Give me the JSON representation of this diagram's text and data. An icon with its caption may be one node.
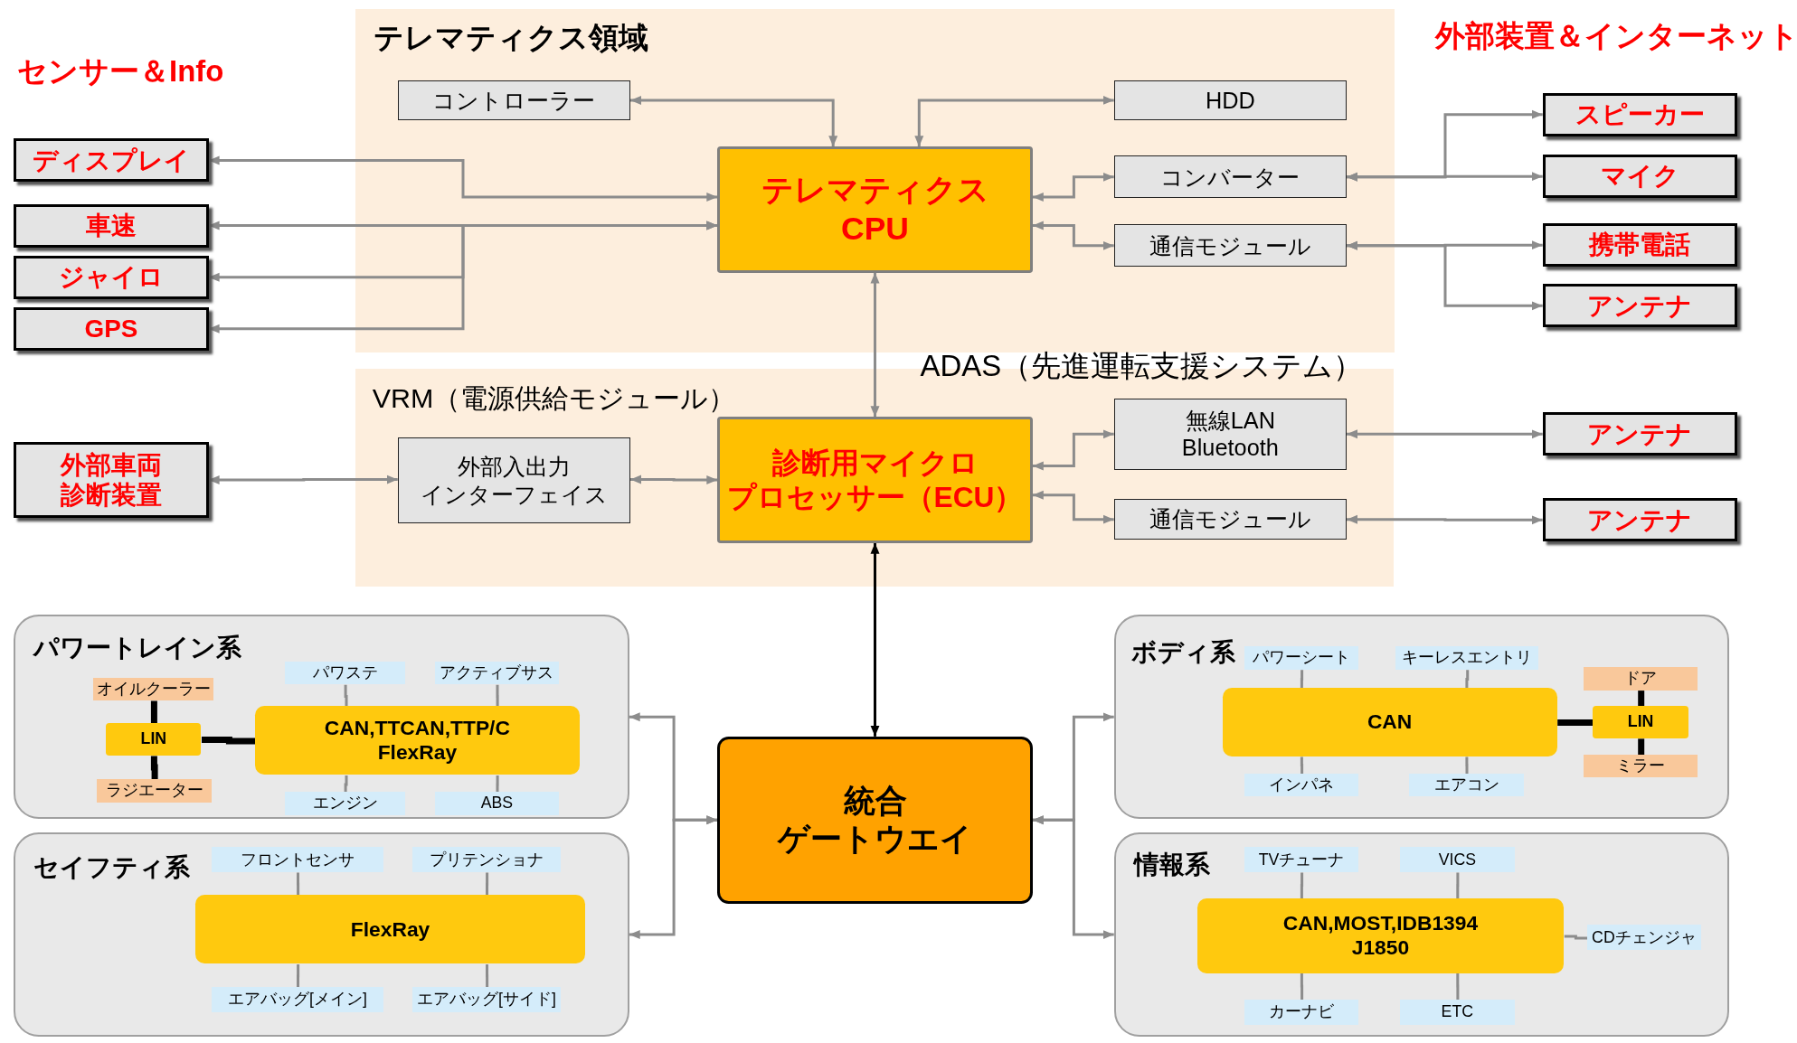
{
  "diagram": {
    "nodes": [
      {
        "text": [
          "テレマティクス領域"
        ]
      },
      {
        "text": [
          "コントローラー"
        ],
        "in": 0
      },
      {
        "text": [
          "HDD"
        ],
        "in": 0
      },
      {
        "text": [
          "テレマティクス CPU"
        ],
        "in": 0
      },
      {
        "text": [
          "コンバーター"
        ],
        "in": 0
      },
      {
        "text": [
          "通信モジュール"
        ],
        "in": 0
      },
      {
        "text": [
          "ディスプレイ"
        ]
      },
      {
        "text": [
          "車速"
        ]
      },
      {
        "text": [
          "ジャイロ"
        ]
      },
      {
        "text": [
          "GPS"
        ]
      },
      {
        "text": [
          "スピーカー"
        ]
      },
      {
        "text": [
          "マイク"
        ]
      },
      {
        "text": [
          "携帯電話"
        ]
      },
      {
        "text": [
          "アンテナ"
        ]
      },
      {
        "text": [
          "VRM（電源供給モジュール）",
          "ADAS（先進運転支援システム）"
        ]
      },
      {
        "text": [
          "外部入出力インターフェイス"
        ],
        "in": 14
      },
      {
        "text": [
          "診断用マイクロプロセッサー（ECU）"
        ],
        "in": 14
      },
      {
        "text": [
          "無線LAN Bluetooth"
        ],
        "in": 14
      },
      {
        "text": [
          "通信モジュール"
        ],
        "in": 14
      },
      {
        "text": [
          "外部車両診断装置"
        ]
      },
      {
        "text": [
          "アンテナ"
        ]
      },
      {
        "text": [
          "アンテナ"
        ]
      },
      {
        "text": [
          "統合ゲートウエイ"
        ]
      },
      {
        "text": [
          "パワートレイン系"
        ]
      },
      {
        "text": [
          "CAN,TTCAN,TTP/C FlexRay"
        ],
        "in": 23
      },
      {
        "text": [
          "LIN"
        ],
        "in": 23
      },
      {
        "text": [
          "パワステ"
        ],
        "in": 23
      },
      {
        "text": [
          "アクティブサス"
        ],
        "in": 23
      },
      {
        "text": [
          "オイルクーラー"
        ],
        "in": 23
      },
      {
        "text": [
          "ラジエーター"
        ],
        "in": 23
      },
      {
        "text": [
          "エンジン"
        ],
        "in": 23
      },
      {
        "text": [
          "ABS"
        ],
        "in": 23
      },
      {
        "text": [
          "ボディ系"
        ]
      },
      {
        "text": [
          "CAN"
        ],
        "in": 32
      },
      {
        "text": [
          "LIN"
        ],
        "in": 32
      },
      {
        "text": [
          "パワーシート"
        ],
        "in": 32
      },
      {
        "text": [
          "キーレスエントリ"
        ],
        "in": 32
      },
      {
        "text": [
          "ドア"
        ],
        "in": 32
      },
      {
        "text": [
          "ミラー"
        ],
        "in": 32
      },
      {
        "text": [
          "インパネ"
        ],
        "in": 32
      },
      {
        "text": [
          "エアコン"
        ],
        "in": 32
      },
      {
        "text": [
          "セイフティ系"
        ]
      },
      {
        "text": [
          "FlexRay"
        ],
        "in": 41
      },
      {
        "text": [
          "フロントセンサ"
        ],
        "in": 41
      },
      {
        "text": [
          "プリテンショナ"
        ],
        "in": 41
      },
      {
        "text": [
          "エアバッグ[メイン]"
        ],
        "in": 41
      },
      {
        "text": [
          "エアバッグ[サイド]"
        ],
        "in": 41
      },
      {
        "text": [
          "情報系"
        ]
      },
      {
        "text": [
          "CAN,MOST,IDB1394 J1850"
        ],
        "in": 47
      },
      {
        "text": [
          "TVチューナ"
        ],
        "in": 47
      },
      {
        "text": [
          "VICS"
        ],
        "in": 47
      },
      {
        "text": [
          "CDチェンジャ"
        ],
        "in": 47
      },
      {
        "text": [
          "カーナビ"
        ],
        "in": 47
      },
      {
        "text": [
          "ETC"
        ],
        "in": 47
      }
    ],
    "edges": [
      {
        "from": 1,
        "to": 3,
        "arrow": "both"
      },
      {
        "from": 2,
        "to": 3,
        "arrow": "both"
      },
      {
        "from": 6,
        "to": 3,
        "arrow": "both"
      },
      {
        "from": 7,
        "to": 3,
        "arrow": "both"
      },
      {
        "from": 8,
        "to": 3,
        "arrow": "both"
      },
      {
        "from": 9,
        "to": 3,
        "arrow": "both"
      },
      {
        "from": 3,
        "to": 4,
        "arrow": "both"
      },
      {
        "from": 3,
        "to": 5,
        "arrow": "both"
      },
      {
        "from": 4,
        "to": 10,
        "arrow": "both"
      },
      {
        "from": 4,
        "to": 11,
        "arrow": "both"
      },
      {
        "from": 5,
        "to": 12,
        "arrow": "both"
      },
      {
        "from": 5,
        "to": 13,
        "arrow": "both"
      },
      {
        "from": 3,
        "to": 16,
        "arrow": "both"
      },
      {
        "from": 19,
        "to": 15,
        "arrow": "both"
      },
      {
        "from": 15,
        "to": 16,
        "arrow": "both"
      },
      {
        "from": 16,
        "to": 17,
        "arrow": "both"
      },
      {
        "from": 16,
        "to": 18,
        "arrow": "both"
      },
      {
        "from": 17,
        "to": 20,
        "arrow": "both"
      },
      {
        "from": 18,
        "to": 21,
        "arrow": "both"
      },
      {
        "from": 16,
        "to": 22,
        "arrow": "both",
        "color": "#000000"
      },
      {
        "from": 22,
        "to": 23,
        "arrow": "both"
      },
      {
        "from": 22,
        "to": 41,
        "arrow": "both"
      },
      {
        "from": 22,
        "to": 32,
        "arrow": "both"
      },
      {
        "from": 22,
        "to": 47,
        "arrow": "both"
      },
      {
        "from": 24,
        "to": 25,
        "arrow": "none",
        "style": "thick",
        "color": "#000000"
      },
      {
        "from": 25,
        "to": 28,
        "arrow": "none",
        "style": "thick",
        "color": "#000000"
      },
      {
        "from": 25,
        "to": 29,
        "arrow": "none",
        "style": "thick",
        "color": "#000000"
      },
      {
        "from": 24,
        "to": 26,
        "arrow": "none"
      },
      {
        "from": 24,
        "to": 27,
        "arrow": "none"
      },
      {
        "from": 24,
        "to": 30,
        "arrow": "none"
      },
      {
        "from": 24,
        "to": 31,
        "arrow": "none"
      },
      {
        "from": 33,
        "to": 34,
        "arrow": "none",
        "style": "thick",
        "color": "#000000"
      },
      {
        "from": 34,
        "to": 37,
        "arrow": "none",
        "style": "thick",
        "color": "#000000"
      },
      {
        "from": 34,
        "to": 38,
        "arrow": "none",
        "style": "thick",
        "color": "#000000"
      },
      {
        "from": 33,
        "to": 35,
        "arrow": "none"
      },
      {
        "from": 33,
        "to": 36,
        "arrow": "none"
      },
      {
        "from": 33,
        "to": 39,
        "arrow": "none"
      },
      {
        "from": 33,
        "to": 40,
        "arrow": "none"
      },
      {
        "from": 42,
        "to": 43,
        "arrow": "none"
      },
      {
        "from": 42,
        "to": 44,
        "arrow": "none"
      },
      {
        "from": 42,
        "to": 45,
        "arrow": "none"
      },
      {
        "from": 42,
        "to": 46,
        "arrow": "none"
      },
      {
        "from": 48,
        "to": 49,
        "arrow": "none"
      },
      {
        "from": 48,
        "to": 50,
        "arrow": "none"
      },
      {
        "from": 48,
        "to": 52,
        "arrow": "none"
      },
      {
        "from": 48,
        "to": 53,
        "arrow": "none"
      },
      {
        "from": 48,
        "to": 51,
        "arrow": "none"
      }
    ],
    "labels": [
      "センサー＆Info",
      "外部装置＆インターネット"
    ]
  }
}
